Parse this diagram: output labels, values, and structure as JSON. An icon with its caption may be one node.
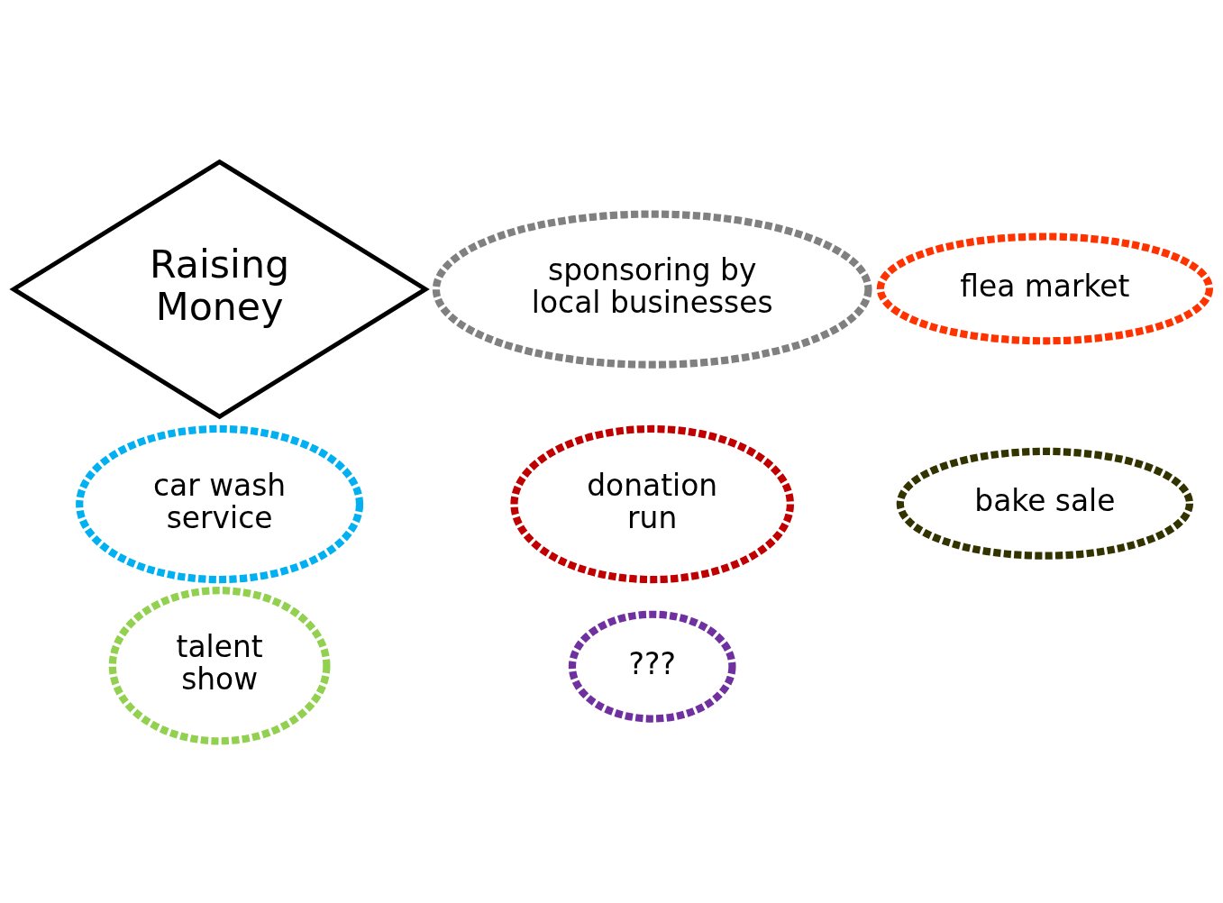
{
  "diagram": {
    "nodes": [
      {
        "text": [
          "bake sale"
        ]
      },
      {
        "text": [
          "donation run"
        ]
      },
      {
        "text": [
          "flea market"
        ]
      },
      {
        "text": [
          "Raising Money"
        ]
      },
      {
        "text": [
          "talent show"
        ]
      },
      {
        "text": [
          "car wash service"
        ]
      },
      {
        "text": [
          "???"
        ]
      },
      {
        "text": [
          "sponsoring by local businesses"
        ]
      }
    ]
  }
}
